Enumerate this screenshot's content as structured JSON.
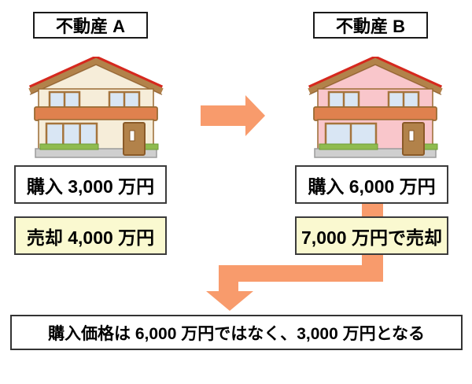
{
  "colors": {
    "arrow_orange": "#f89b6c",
    "highlight_yellow": "#faf9d0",
    "house_a_wall": "#f6edd9",
    "house_b_wall": "#f9c6cb",
    "roof_red": "#d6281e",
    "roof_brown": "#b2824a"
  },
  "property_a": {
    "label": "不動産 A",
    "purchase": "購入 3,000 万円",
    "sale": "売却 4,000 万円"
  },
  "property_b": {
    "label": "不動産 B",
    "purchase": "購入 6,000 万円",
    "sale": "7,000 万円で売却"
  },
  "conclusion": "購入価格は 6,000 万円ではなく、3,000 万円となる"
}
